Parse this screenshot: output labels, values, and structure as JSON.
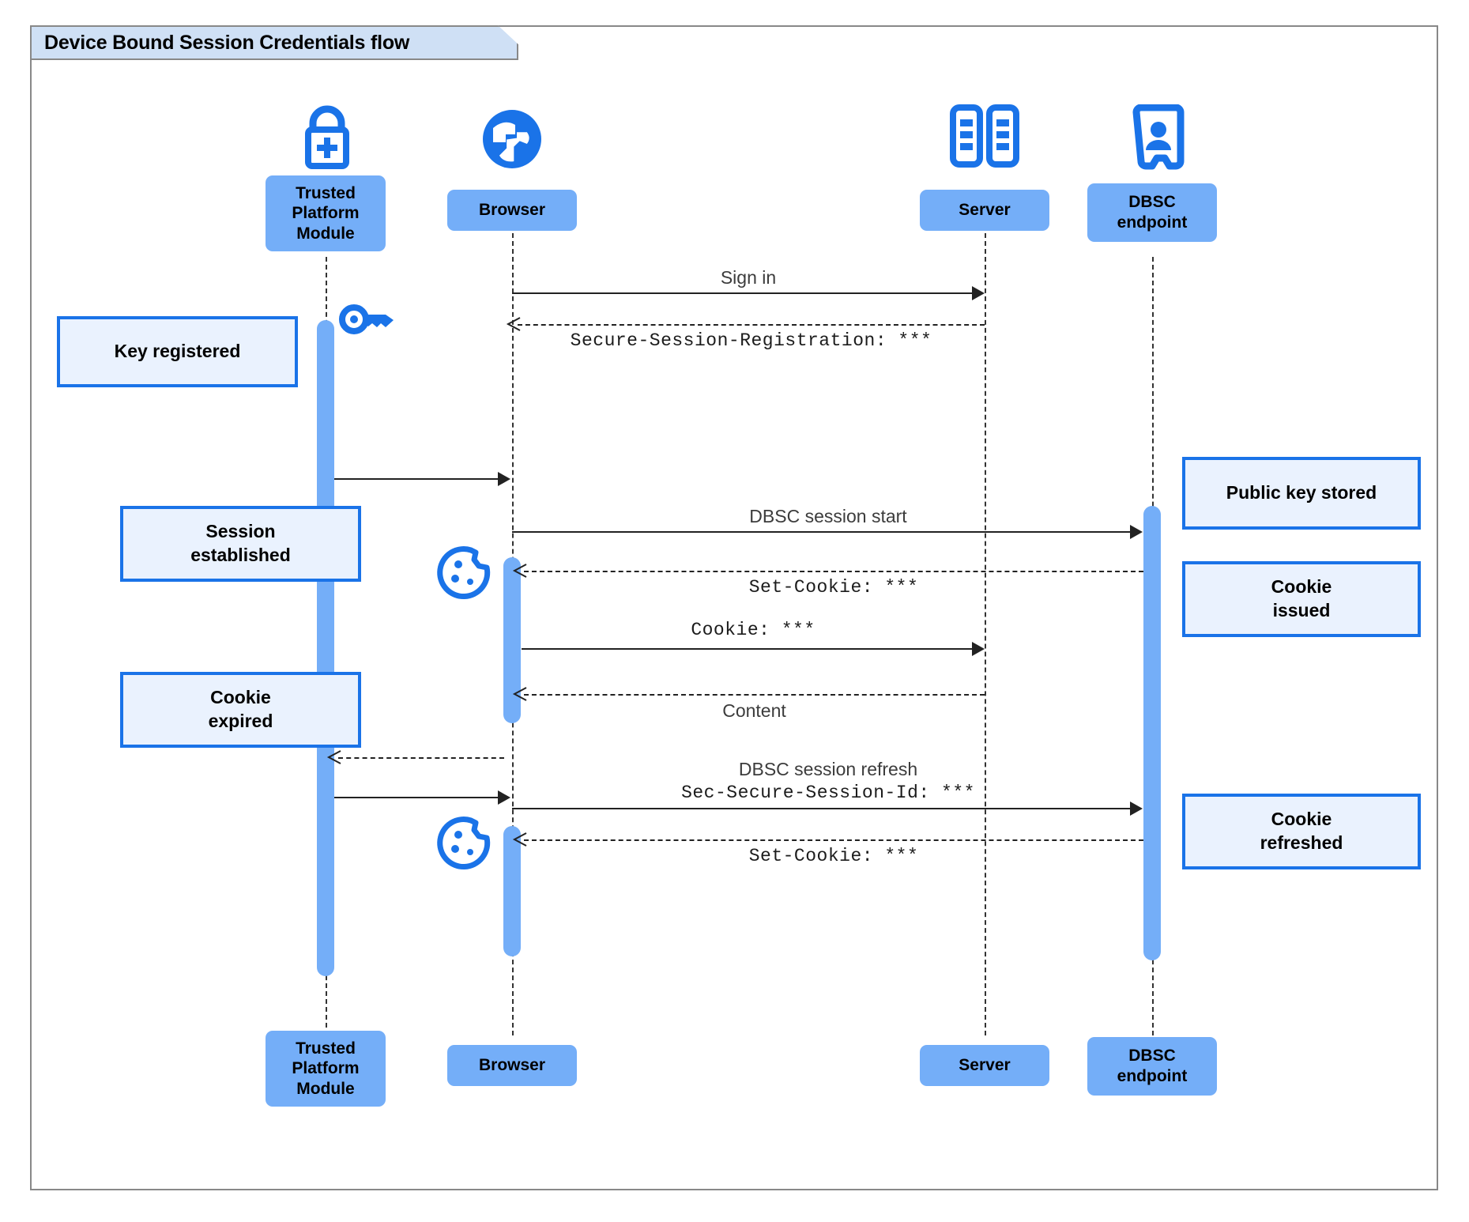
{
  "diagram": {
    "title": "Device Bound Session Credentials flow",
    "type": "uml-sequence-diagram",
    "colors": {
      "participant_fill": "#74aef8",
      "note_fill": "#eaf2fe",
      "note_border": "#1a73e8",
      "icon_blue": "#1a73e8",
      "frame_border": "#888888",
      "frame_tab_fill": "#cfe0f5",
      "line": "#222222"
    }
  },
  "participants": [
    {
      "id": "tpm",
      "label": "Trusted\nPlatform\nModule",
      "icon": "lock-plus-icon"
    },
    {
      "id": "browser",
      "label": "Browser",
      "icon": "globe-icon"
    },
    {
      "id": "server",
      "label": "Server",
      "icon": "server-icon"
    },
    {
      "id": "dbsc",
      "label": "DBSC\nendpoint",
      "icon": "id-badge-icon"
    }
  ],
  "participants_bottom": [
    {
      "id": "tpm",
      "label": "Trusted\nPlatform\nModule"
    },
    {
      "id": "browser",
      "label": "Browser"
    },
    {
      "id": "server",
      "label": "Server"
    },
    {
      "id": "dbsc",
      "label": "DBSC\nendpoint"
    }
  ],
  "messages": [
    {
      "id": "m1",
      "text": "Sign in",
      "from": "browser",
      "to": "server",
      "style": "solid",
      "font": "sans"
    },
    {
      "id": "m2",
      "text": "Secure-Session-Registration: ***",
      "from": "server",
      "to": "browser",
      "style": "dashed",
      "font": "mono"
    },
    {
      "id": "m3",
      "text": "",
      "from": "tpm",
      "to": "browser",
      "style": "solid",
      "font": "sans"
    },
    {
      "id": "m4",
      "text": "DBSC session start",
      "from": "browser",
      "to": "dbsc",
      "style": "solid",
      "font": "sans"
    },
    {
      "id": "m5",
      "text": "Set-Cookie: ***",
      "from": "dbsc",
      "to": "browser",
      "style": "dashed",
      "font": "mono"
    },
    {
      "id": "m6",
      "text": "Cookie: ***",
      "from": "browser",
      "to": "server",
      "style": "solid",
      "font": "mono"
    },
    {
      "id": "m7",
      "text": "Content",
      "from": "server",
      "to": "browser",
      "style": "dashed",
      "font": "sans"
    },
    {
      "id": "m8",
      "text": "",
      "from": "browser",
      "to": "tpm",
      "style": "dashed",
      "font": "sans"
    },
    {
      "id": "m9",
      "text": "DBSC session refresh",
      "text2": "Sec-Secure-Session-Id: ***",
      "from": "browser",
      "to": "dbsc",
      "style": "solid",
      "font": "mixed"
    },
    {
      "id": "m10",
      "text": "",
      "from": "tpm",
      "to": "browser",
      "style": "solid",
      "font": "sans"
    },
    {
      "id": "m11",
      "text": "Set-Cookie: ***",
      "from": "dbsc",
      "to": "browser",
      "style": "dashed",
      "font": "mono"
    }
  ],
  "notes": [
    {
      "id": "n1",
      "text": "Key registered",
      "side": "left",
      "attached_to": "tpm"
    },
    {
      "id": "n2",
      "text": "Session\nestablished",
      "side": "left",
      "attached_to": "tpm"
    },
    {
      "id": "n3",
      "text": "Cookie\nexpired",
      "side": "left",
      "attached_to": "tpm"
    },
    {
      "id": "n4",
      "text": "Public key stored",
      "side": "right",
      "attached_to": "dbsc"
    },
    {
      "id": "n5",
      "text": "Cookie\nissued",
      "side": "right",
      "attached_to": "dbsc"
    },
    {
      "id": "n6",
      "text": "Cookie\nrefreshed",
      "side": "right",
      "attached_to": "dbsc"
    }
  ],
  "inline_icons": [
    {
      "id": "i1",
      "name": "key-icon",
      "near": "tpm-activation"
    },
    {
      "id": "i2",
      "name": "cookie-icon",
      "near": "browser-activation-1"
    },
    {
      "id": "i3",
      "name": "cookie-icon",
      "near": "browser-activation-2"
    }
  ]
}
